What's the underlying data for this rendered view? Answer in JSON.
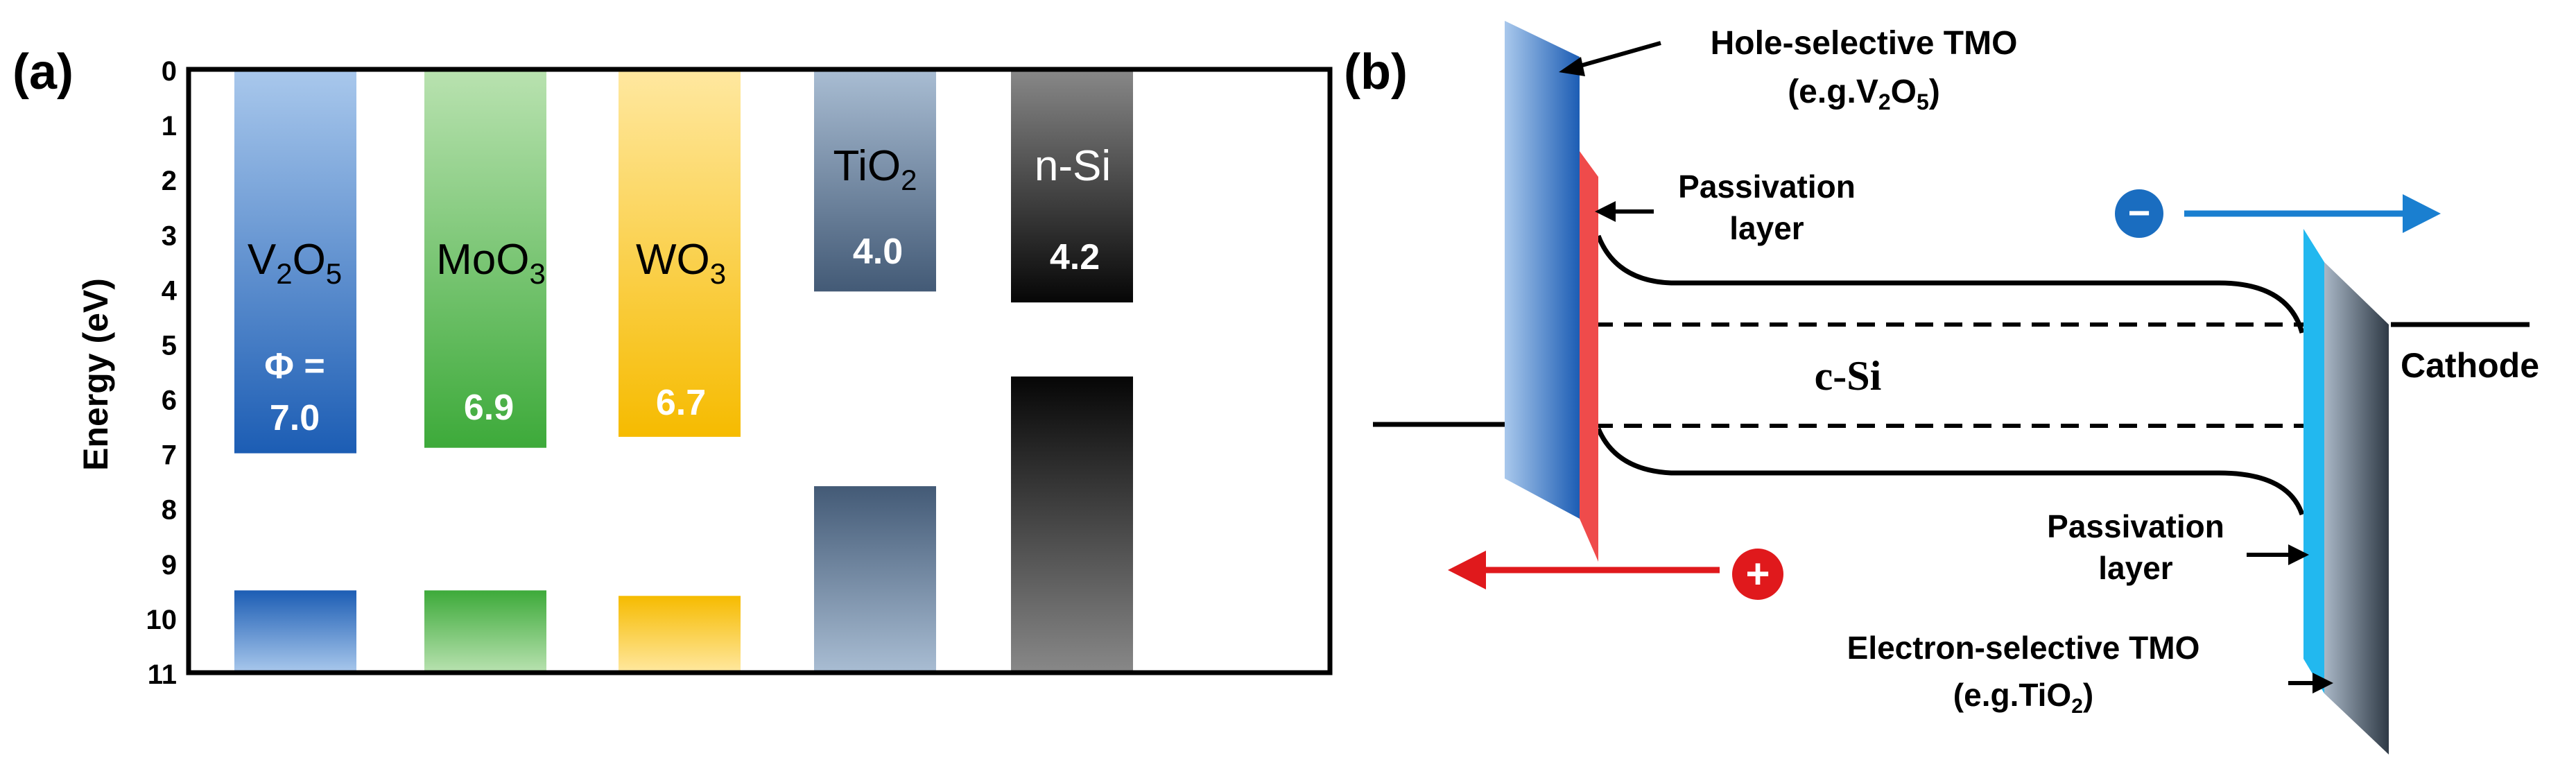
{
  "panel_a": {
    "label": "(a)",
    "ylabel": "Energy (eV)",
    "ticks": [
      0,
      1,
      2,
      3,
      4,
      5,
      6,
      7,
      8,
      9,
      10,
      11
    ],
    "ylim": [
      0,
      11
    ],
    "columns": [
      {
        "key": "v2o5",
        "name_base": "V",
        "name_sub1": "2",
        "name_mid": "O",
        "name_sub2": "5",
        "phi_label": "Φ =",
        "work_function_label": "7.0",
        "upper": [
          0,
          7.0
        ],
        "lower": [
          9.5,
          11
        ],
        "colors": {
          "light": "#a9c8ec",
          "dark": "#1c5db4"
        }
      },
      {
        "key": "moo3",
        "name_base": "MoO",
        "name_sub1": "3",
        "work_function_label": "6.9",
        "upper": [
          0,
          6.9
        ],
        "lower": [
          9.5,
          11
        ],
        "colors": {
          "light": "#b9e2b0",
          "dark": "#3daa3a"
        }
      },
      {
        "key": "wo3",
        "name_base": "WO",
        "name_sub1": "3",
        "work_function_label": "6.7",
        "upper": [
          0,
          6.7
        ],
        "lower": [
          9.6,
          11
        ],
        "colors": {
          "light": "#ffe8a0",
          "dark": "#f6bb00"
        }
      },
      {
        "key": "tio2",
        "name_base": "TiO",
        "name_sub1": "2",
        "work_function_label": "4.0",
        "upper": [
          0,
          4.05
        ],
        "lower": [
          7.6,
          11
        ],
        "colors": {
          "light": "#a9bdd3",
          "dark": "#435a76"
        }
      },
      {
        "key": "nsi",
        "name_base": "n-Si",
        "work_function_label": "4.2",
        "upper": [
          0,
          4.25
        ],
        "lower": [
          5.6,
          11
        ],
        "colors": {
          "light": "#888888",
          "dark": "#060606"
        }
      }
    ]
  },
  "panel_b": {
    "label": "(b)",
    "hole_tmo_line1": "Hole-selective TMO",
    "hole_tmo_line2_pre": "(e.g.V",
    "hole_tmo_sub1": "2",
    "hole_tmo_mid": "O",
    "hole_tmo_sub2": "5",
    "hole_tmo_close": ")",
    "passivation_left_line1": "Passivation",
    "passivation_left_line2": "layer",
    "csi_label": "c-Si",
    "cathode_label": "Cathode",
    "passivation_right_line1": "Passivation",
    "passivation_right_line2": "layer",
    "electron_tmo_line1": "Electron-selective TMO",
    "electron_tmo_line2_pre": "(e.g.TiO",
    "electron_tmo_sub": "2",
    "electron_tmo_close": ")",
    "minus_symbol": "−",
    "plus_symbol": "+",
    "colors": {
      "hole_tmo_light": "#a9c8ec",
      "hole_tmo_dark": "#1c5db4",
      "passivation_left": "#ef4b4b",
      "passivation_right": "#22b8ef",
      "electron_tmo_light": "#a9b7c6",
      "electron_tmo_dark": "#2f3a46",
      "electron_arrow": "#1a7fd0",
      "hole_arrow": "#e0191c",
      "electron_circle": "#1a6dc0",
      "hole_circle": "#e0191c"
    }
  }
}
